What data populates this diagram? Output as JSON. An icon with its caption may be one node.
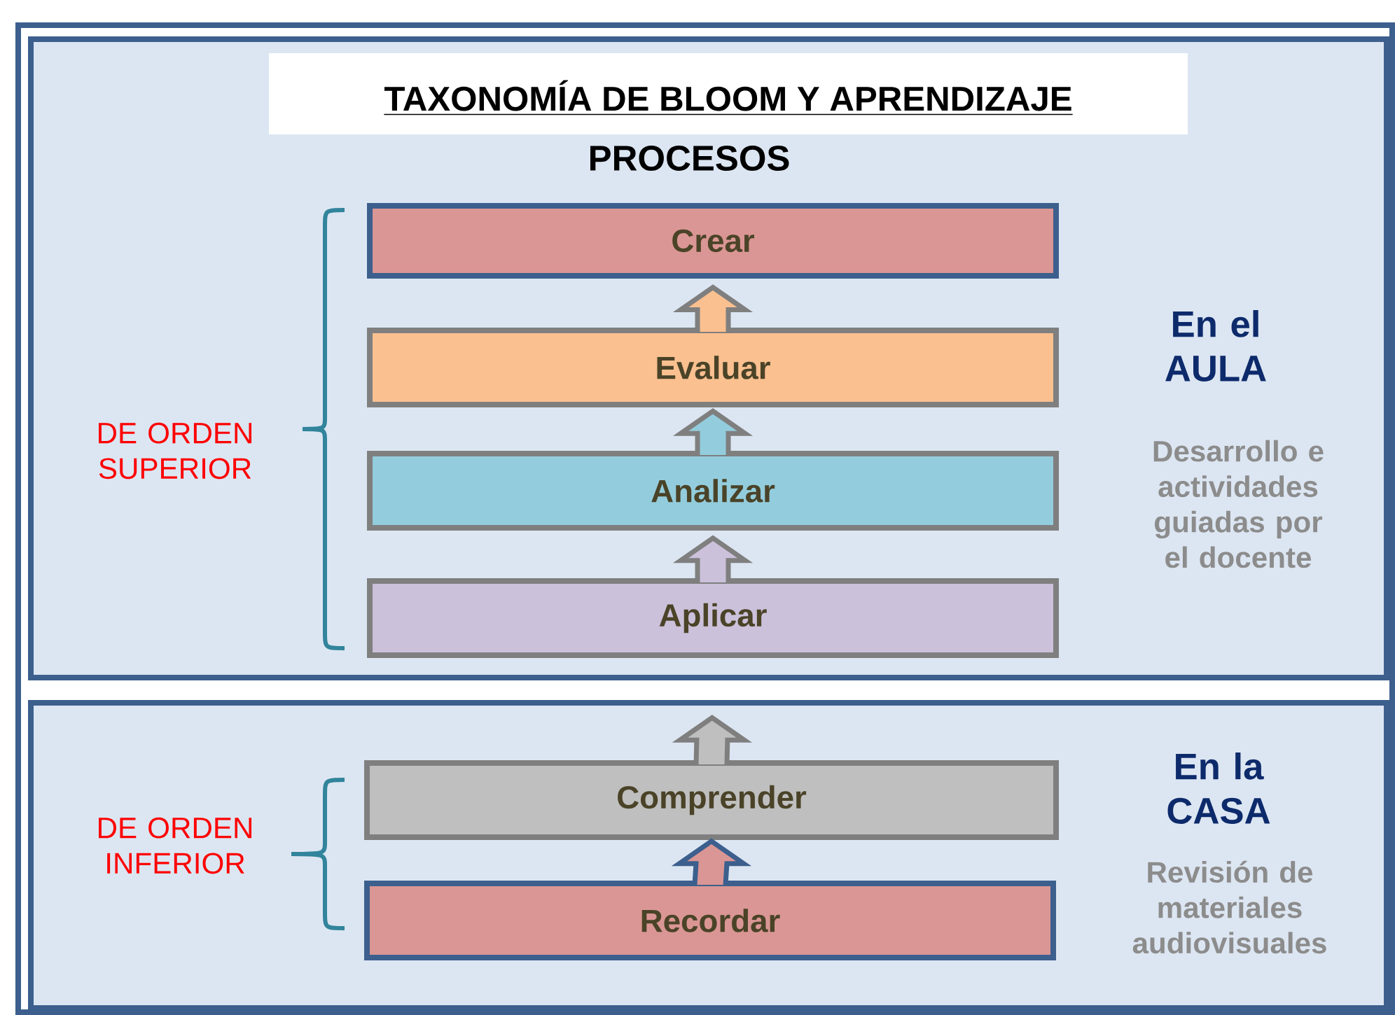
{
  "diagram": {
    "title": "TAXONOMÍA DE BLOOM Y APRENDIZAJE",
    "nodes": [
      {
        "text": [
          "DE ORDEN SUPERIOR",
          "En el AULA",
          "Desarrollo e actividades guiadas por el docente"
        ]
      },
      {
        "text": [
          "Crear"
        ],
        "in": 0
      },
      {
        "text": [
          "Evaluar"
        ],
        "in": 0
      },
      {
        "text": [
          "Analizar"
        ],
        "in": 0
      },
      {
        "text": [
          "Aplicar"
        ],
        "in": 0
      },
      {
        "text": [
          "DE ORDEN INFERIOR",
          "En la CASA",
          "Revisión de materiales audiovisuales"
        ]
      },
      {
        "text": [
          "Comprender"
        ],
        "in": 5
      },
      {
        "text": [
          "Recordar"
        ],
        "in": 5
      }
    ],
    "edges": [
      {
        "from": 7,
        "to": 6,
        "arrow": "to",
        "color": "#3c5f8d"
      },
      {
        "from": 6,
        "to": 4,
        "arrow": "to"
      },
      {
        "from": 4,
        "to": 3,
        "arrow": "to"
      },
      {
        "from": 3,
        "to": 2,
        "arrow": "to"
      },
      {
        "from": 2,
        "to": 1,
        "arrow": "to"
      }
    ],
    "labels": [
      "PROCESOS"
    ]
  }
}
